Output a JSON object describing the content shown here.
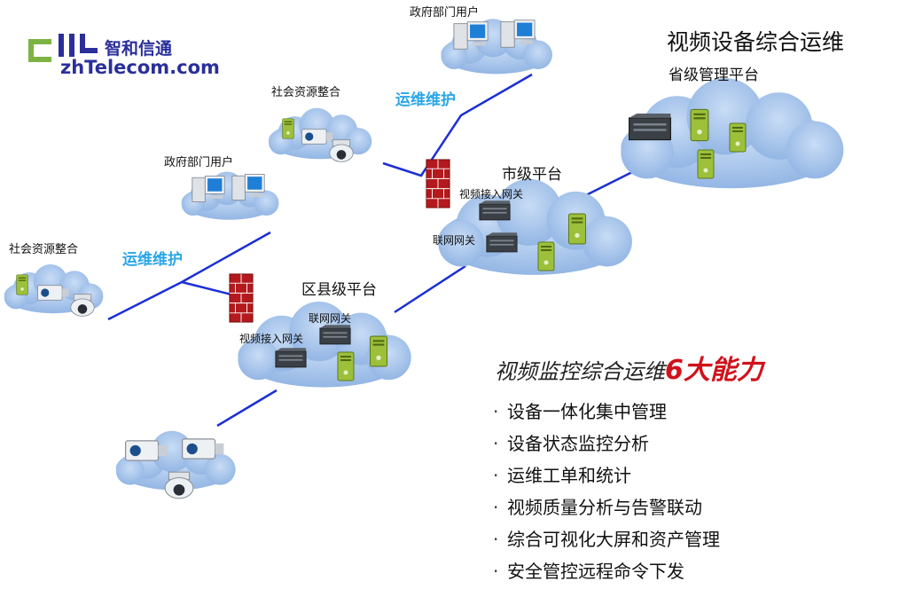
{
  "logo": {
    "name_cn": "智和信通",
    "domain": "zhTelecom.com"
  },
  "header": {
    "title": "视频设备综合运维",
    "subtitle": "省级管理平台"
  },
  "nodes": {
    "gov_user_top": "政府部门用户",
    "social_resource_top": "社会资源整合",
    "gov_user_mid": "政府部门用户",
    "social_resource_left": "社会资源整合",
    "city_platform": "市级平台",
    "district_platform": "区县级平台",
    "city_video_gateway": "视频接入网关",
    "city_network_gateway": "联网网关",
    "district_network_gateway": "联网网关",
    "district_video_gateway": "视频接入网关"
  },
  "links": {
    "maintenance_top": "运维维护",
    "maintenance_left": "运维维护"
  },
  "capabilities": {
    "headline_prefix": "视频监控综合运维",
    "headline_highlight": "6大能力",
    "items": [
      "设备一体化集中管理",
      "设备状态监控分析",
      "运维工单和统计",
      "视频质量分析与告警联动",
      "综合可视化大屏和资产管理",
      "安全管控远程命令下发"
    ]
  },
  "colors": {
    "link_line": "#1b2fd6",
    "cloud_fill": "#a9c6ec",
    "maintenance_text": "#2aa6e6",
    "highlight": "#d0121b",
    "logo_blue": "#2a2f9a",
    "logo_green": "#7cb342"
  }
}
